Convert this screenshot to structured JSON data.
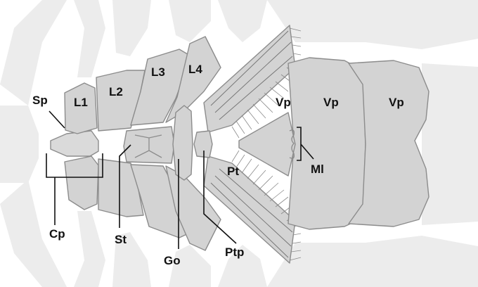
{
  "labels": {
    "sp": "Sp",
    "l1": "L1",
    "l2": "L2",
    "l3": "L3",
    "l4": "L4",
    "vp1": "Vp",
    "vp2": "Vp",
    "vp3": "Vp",
    "ml": "Ml",
    "pt": "Pt",
    "cp": "Cp",
    "st": "St",
    "go": "Go",
    "ptp": "Ptp"
  },
  "colors": {
    "background": "#ffffff",
    "silhouette": "#ececec",
    "plate_fill": "#d3d3d3",
    "plate_stroke": "#8c8c8c",
    "label": "#111111"
  }
}
